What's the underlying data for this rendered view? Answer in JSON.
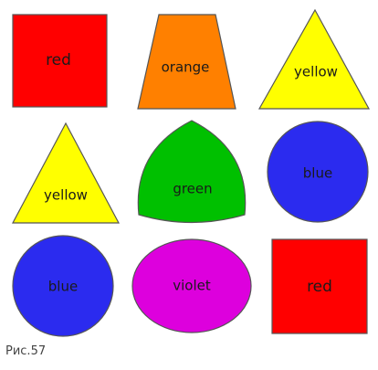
{
  "shapes": [
    {
      "kind": "square",
      "label": "red",
      "color": "#ff0000"
    },
    {
      "kind": "trapezoid",
      "label": "orange",
      "color": "#ff8000"
    },
    {
      "kind": "triangle",
      "label": "yellow",
      "color": "#ffff00"
    },
    {
      "kind": "triangle",
      "label": "yellow",
      "color": "#ffff00"
    },
    {
      "kind": "reuleaux-triangle",
      "label": "green",
      "color": "#00c000"
    },
    {
      "kind": "circle",
      "label": "blue",
      "color": "#2b2bef"
    },
    {
      "kind": "circle",
      "label": "blue",
      "color": "#2b2bef"
    },
    {
      "kind": "oval",
      "label": "violet",
      "color": "#dd00dd"
    },
    {
      "kind": "square",
      "label": "red",
      "color": "#ff0000"
    }
  ],
  "caption": "Рис.57"
}
